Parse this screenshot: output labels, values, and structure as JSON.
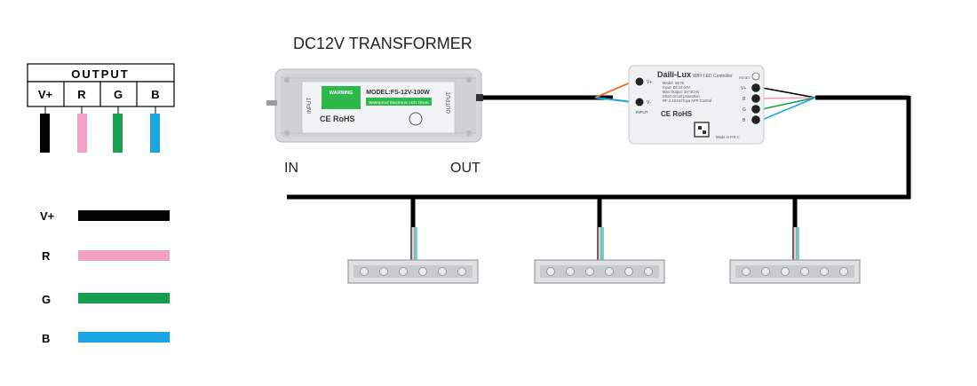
{
  "title": "DC12V TRANSFORMER",
  "labels": {
    "in": "IN",
    "out": "OUT"
  },
  "output_table": {
    "header": "OUTPUT",
    "columns": [
      "V+",
      "R",
      "G",
      "B"
    ]
  },
  "legend": [
    {
      "label": "V+",
      "color": "#000000"
    },
    {
      "label": "R",
      "color": "#f2a0c4"
    },
    {
      "label": "G",
      "color": "#16a050"
    },
    {
      "label": "B",
      "color": "#1aa6e2"
    }
  ],
  "transformer": {
    "model": "MODEL:FS-12V-100W",
    "subtitle": "Waterproof Electronic LED Driver",
    "warning": "WARNING",
    "cert": "CE RoHS",
    "input_label": "INPUT",
    "output_label": "OUTPUT"
  },
  "controller": {
    "brand": "Daili-Lux",
    "title": "WIFI LED Controller",
    "specs": [
      "Model: SK76",
      "Input: DC12-24V",
      "Max Output: 3A*3CHs",
      "Short circuit protection",
      "RF 2.4GHz/Tuya APP Control"
    ],
    "cert": "CE RoHS",
    "made_in": "Made in P.R.C",
    "reset": "RESET",
    "terminals": [
      "V+",
      "R",
      "G",
      "B"
    ],
    "input_terms": [
      "V+",
      "V-"
    ],
    "input_label": "INPUT"
  },
  "colors": {
    "wire_black": "#000000",
    "wire_pink": "#f2a0c4",
    "wire_green": "#16a050",
    "wire_blue": "#1aa6e2",
    "wire_orange": "#e8782a",
    "transformer_body": "#d7dadc",
    "label_green": "#2eb84a",
    "lamp_body": "#dfe0e2"
  },
  "lamps": [
    {
      "leds": 6
    },
    {
      "leds": 6
    },
    {
      "leds": 6
    }
  ]
}
